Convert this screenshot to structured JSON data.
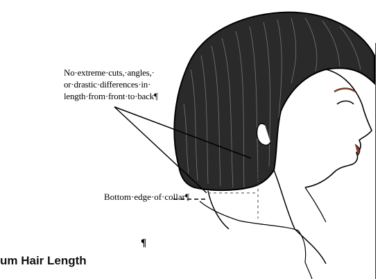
{
  "document": {
    "callout_lines": [
      "No·extreme·cuts,·angles,·",
      "or·drastic·differences·in·",
      "length·from·front·to·back¶"
    ],
    "collar_label": "Bottom·edge·of·collar¶",
    "empty_paragraph_mark": "¶",
    "section_heading": "um Hair Length"
  }
}
